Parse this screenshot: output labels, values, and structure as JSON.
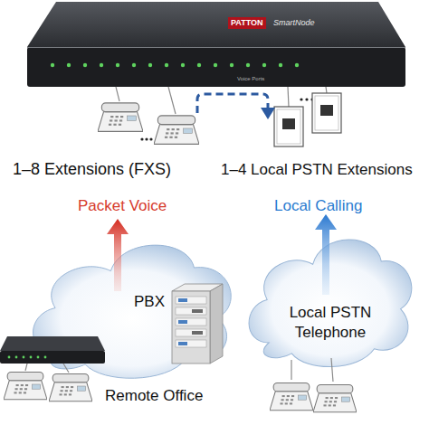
{
  "diagram": {
    "nodes": [
      {
        "text": [
          "PATTON",
          "SmartNode",
          "Voice Ports"
        ]
      },
      {
        "text": [
          "PBX",
          "Remote Office"
        ]
      },
      {
        "text": [
          "Local PSTN Telephone"
        ]
      }
    ],
    "labels": [
      "1–8 Extensions (FXS)",
      "1–4 Local PSTN Extensions",
      "Packet Voice",
      "Local Calling"
    ]
  }
}
